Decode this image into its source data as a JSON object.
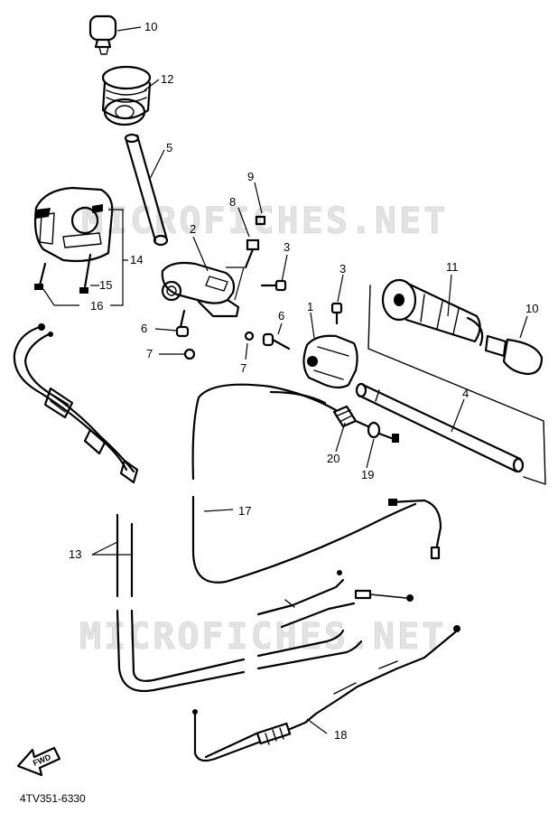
{
  "watermarks": [
    "MICROFICHES.NET",
    "MICROFICHES.NET"
  ],
  "drawing_code": "4TV351-6330",
  "fwd_label": "FWD",
  "callouts": {
    "c10a": "10",
    "c12": "12",
    "c5": "5",
    "c9": "9",
    "c8": "8",
    "c2": "2",
    "c3a": "3",
    "c14": "14",
    "c15": "15",
    "c16": "16",
    "c6a": "6",
    "c7a": "7",
    "c3b": "3",
    "c11": "11",
    "c10b": "10",
    "c6b": "6",
    "c1": "1",
    "c7b": "7",
    "c4": "4",
    "c20": "20",
    "c19": "19",
    "c17": "17",
    "c13": "13",
    "c18": "18"
  },
  "colors": {
    "ink": "#000000",
    "paper": "#ffffff",
    "watermark": "#e3e3e3"
  }
}
